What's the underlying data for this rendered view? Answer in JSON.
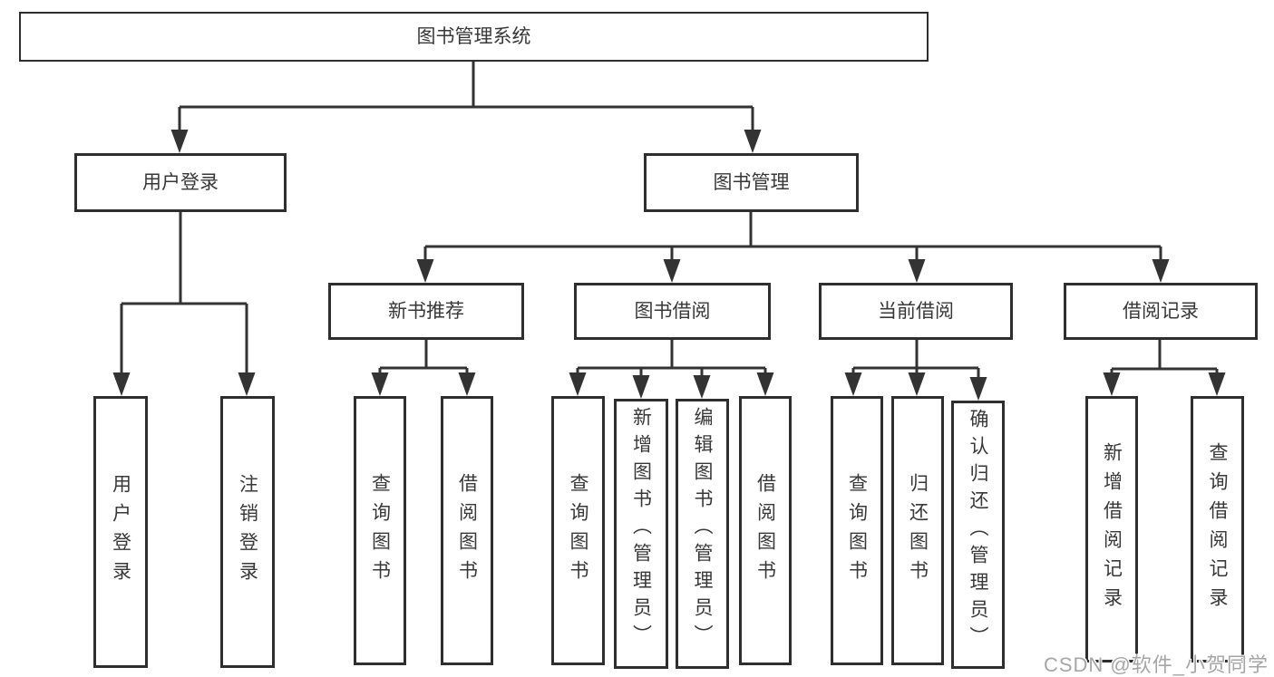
{
  "diagram": {
    "type": "tree",
    "colors": {
      "line": "#333333",
      "box_border": "#2e2e2e",
      "box_fill": "#ffffff",
      "text": "#383838",
      "watermark": "#a6a6a6"
    },
    "root": {
      "label": "图书管理系统",
      "children": [
        {
          "label": "用户登录",
          "children": [
            {
              "label": "用户登录"
            },
            {
              "label": "注销登录"
            }
          ]
        },
        {
          "label": "图书管理",
          "children": [
            {
              "label": "新书推荐",
              "children": [
                {
                  "label": "查询图书"
                },
                {
                  "label": "借阅图书"
                }
              ]
            },
            {
              "label": "图书借阅",
              "children": [
                {
                  "label": "查询图书"
                },
                {
                  "label": "新增图书（管理员）"
                },
                {
                  "label": "编辑图书（管理员）"
                },
                {
                  "label": "借阅图书"
                }
              ]
            },
            {
              "label": "当前借阅",
              "children": [
                {
                  "label": "查询图书"
                },
                {
                  "label": "归还图书"
                },
                {
                  "label": "确认归还（管理员）"
                }
              ]
            },
            {
              "label": "借阅记录",
              "children": [
                {
                  "label": "新增借阅记录"
                },
                {
                  "label": "查询借阅记录"
                }
              ]
            }
          ]
        }
      ]
    },
    "watermark": "CSDN @软件_小贺同学"
  }
}
